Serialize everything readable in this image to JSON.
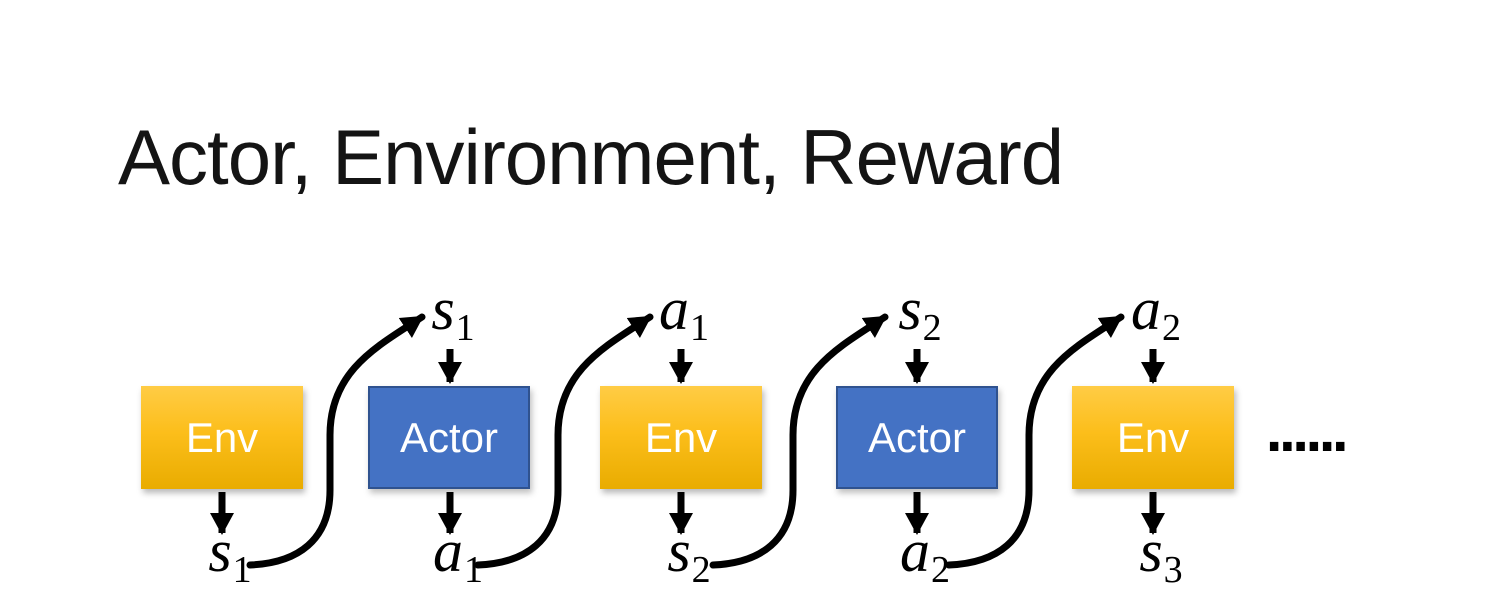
{
  "title": "Actor, Environment, Reward",
  "colors": {
    "env_gradient_top": "#FFCC45",
    "env_gradient_bottom": "#E9AC00",
    "actor_fill": "#4472C4",
    "actor_border": "#2F528F",
    "box_text": "#FFFFFF",
    "arrow": "#000000",
    "title_text": "#141414"
  },
  "sequence": {
    "boxes": [
      {
        "label": "Env",
        "type": "environment"
      },
      {
        "label": "Actor",
        "type": "actor"
      },
      {
        "label": "Env",
        "type": "environment"
      },
      {
        "label": "Actor",
        "type": "actor"
      },
      {
        "label": "Env",
        "type": "environment"
      }
    ],
    "top_labels": [
      {
        "var": "s",
        "sub": "1"
      },
      {
        "var": "a",
        "sub": "1"
      },
      {
        "var": "s",
        "sub": "2"
      },
      {
        "var": "a",
        "sub": "2"
      }
    ],
    "bottom_labels": [
      {
        "var": "s",
        "sub": "1"
      },
      {
        "var": "a",
        "sub": "1"
      },
      {
        "var": "s",
        "sub": "2"
      },
      {
        "var": "a",
        "sub": "2"
      },
      {
        "var": "s",
        "sub": "3"
      }
    ],
    "ellipsis": "......"
  }
}
